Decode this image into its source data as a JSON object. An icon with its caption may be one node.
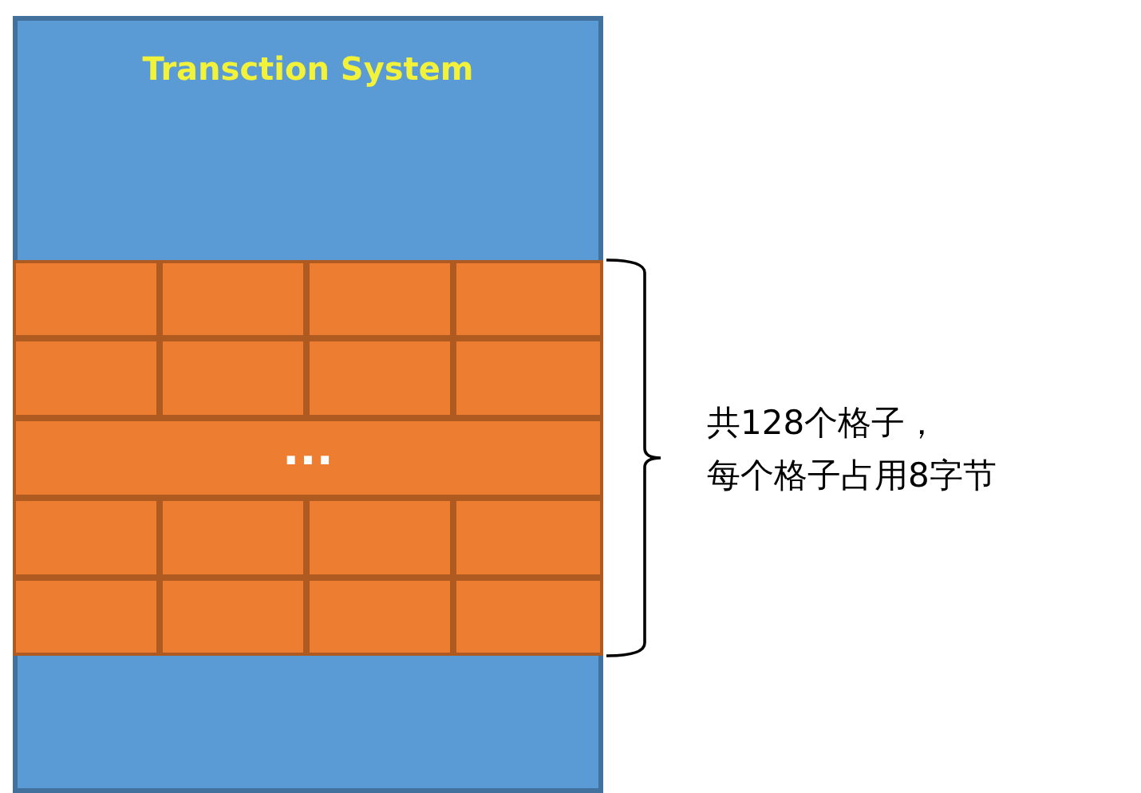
{
  "diagram": {
    "nodes": [
      {
        "text": [
          "Transction System"
        ]
      },
      {
        "text": [],
        "shape": "box",
        "in": 0
      },
      {
        "text": [],
        "shape": "box",
        "in": 0
      },
      {
        "text": [],
        "shape": "box",
        "in": 0
      },
      {
        "text": [],
        "shape": "box",
        "in": 0
      },
      {
        "text": [],
        "shape": "box",
        "in": 0
      },
      {
        "text": [],
        "shape": "box",
        "in": 0
      },
      {
        "text": [],
        "shape": "box",
        "in": 0
      },
      {
        "text": [],
        "shape": "box",
        "in": 0
      },
      {
        "text": [
          "..."
        ],
        "in": 0
      },
      {
        "text": [],
        "shape": "box",
        "in": 0
      },
      {
        "text": [],
        "shape": "box",
        "in": 0
      },
      {
        "text": [],
        "shape": "box",
        "in": 0
      },
      {
        "text": [],
        "shape": "box",
        "in": 0
      },
      {
        "text": [],
        "shape": "box",
        "in": 0
      },
      {
        "text": [],
        "shape": "box",
        "in": 0
      },
      {
        "text": [],
        "shape": "box",
        "in": 0
      },
      {
        "text": [],
        "shape": "box",
        "in": 0
      }
    ],
    "labels": [
      "共128个格子，",
      "每个格子占用8字节"
    ]
  }
}
